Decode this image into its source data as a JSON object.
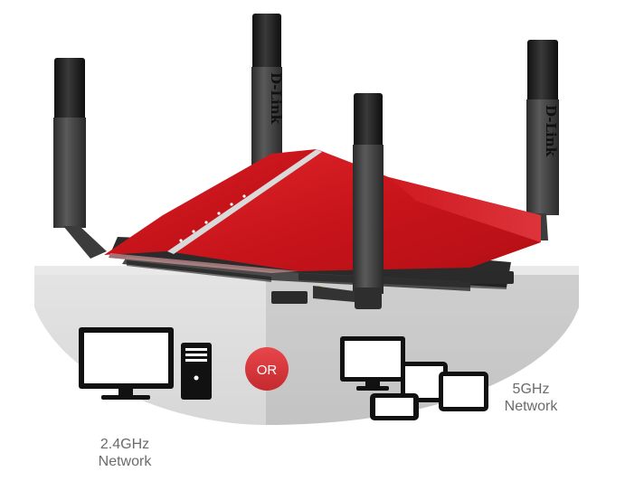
{
  "product": {
    "brand_mark": "D-Link",
    "body_color": "#c9161e",
    "antenna_color": "#3a3a3a"
  },
  "options": {
    "left": {
      "label_line1": "2.4GHz",
      "label_line2": "Network",
      "icons": [
        "desktop-monitor-icon",
        "pc-tower-icon"
      ]
    },
    "separator": {
      "text": "OR",
      "color": "#d9363a"
    },
    "right": {
      "label_line1": "5GHz",
      "label_line2": "Network",
      "icons": [
        "desktop-monitor-icon",
        "tablet-icon",
        "tablet-icon",
        "phone-icon"
      ]
    }
  }
}
